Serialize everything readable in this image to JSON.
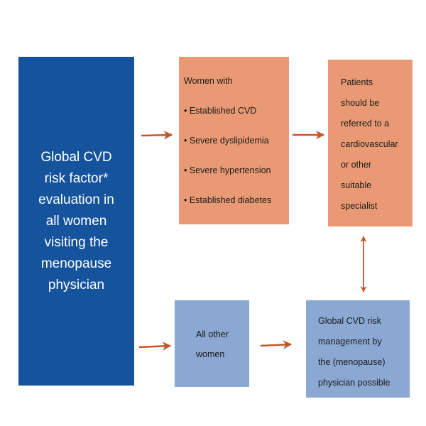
{
  "colors": {
    "dark_blue": "#16539d",
    "salmon": "#e99a74",
    "light_blue": "#8ba8d2",
    "arrow": "#c2572c"
  },
  "boxes": {
    "global_evaluation": {
      "lines": [
        "Global CVD",
        "risk factor*",
        "evaluation in",
        "all women",
        "visiting the",
        "menopause",
        "physician"
      ]
    },
    "women_with": {
      "heading": "Women with",
      "items": [
        "• Established CVD",
        "• Severe dyslipidemia",
        "• Severe hypertension",
        "• Established diabetes"
      ]
    },
    "patients_referred": {
      "lines": [
        "Patients",
        "should be",
        "referred to a",
        "cardiovascular",
        "or other",
        "suitable",
        "specialist"
      ]
    },
    "all_other_women": {
      "lines": [
        "All other",
        "women"
      ]
    },
    "global_management": {
      "lines": [
        "Global CVD risk",
        "management by",
        "the (menopause)",
        "physician possible"
      ]
    }
  }
}
